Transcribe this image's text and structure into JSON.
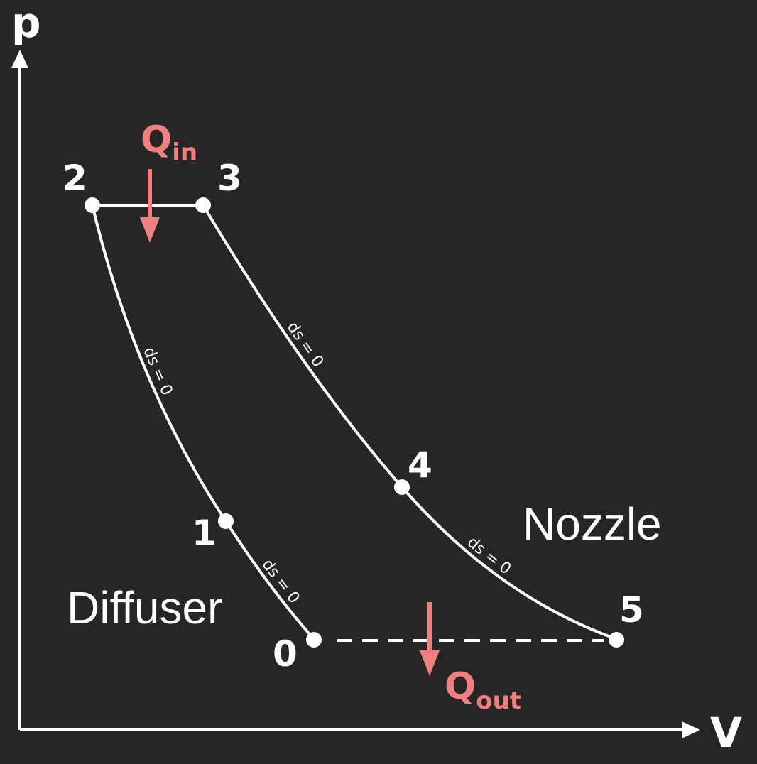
{
  "axes": {
    "y_label": "p",
    "x_label": "V"
  },
  "points": [
    {
      "id": "p0",
      "label": "0"
    },
    {
      "id": "p1",
      "label": "1"
    },
    {
      "id": "p2",
      "label": "2"
    },
    {
      "id": "p3",
      "label": "3"
    },
    {
      "id": "p4",
      "label": "4"
    },
    {
      "id": "p5",
      "label": "5"
    }
  ],
  "regions": {
    "diffuser": "Diffuser",
    "nozzle": "Nozzle"
  },
  "heat": {
    "in": {
      "symbol": "Q",
      "subscript": "in"
    },
    "out": {
      "symbol": "Q",
      "subscript": "out"
    }
  },
  "process_labels": {
    "seg_2_1": "ds = 0",
    "seg_1_0": "ds = 0",
    "seg_3_4": "ds = 0",
    "seg_4_5": "ds = 0"
  },
  "colors": {
    "background": "#262626",
    "line": "#ffffff",
    "heat": "#f08080"
  }
}
